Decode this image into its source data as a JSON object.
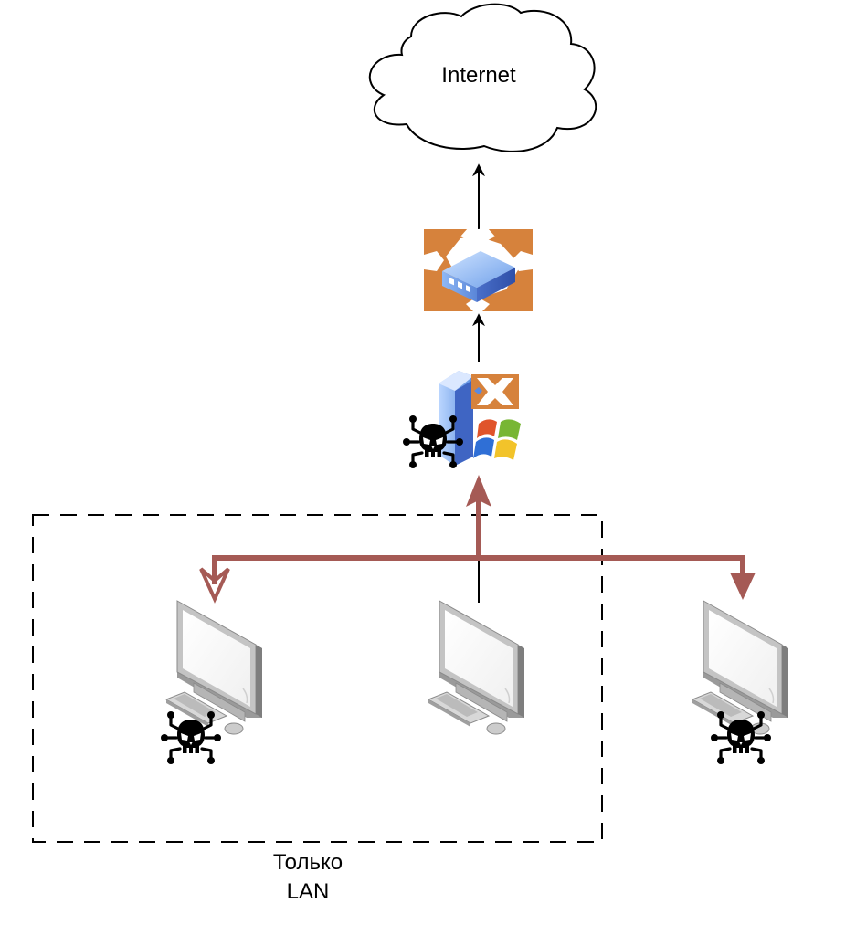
{
  "diagram": {
    "nodes": {
      "internet": {
        "label": "Internet",
        "shape": "cloud"
      },
      "router": {
        "label": "",
        "icon": "router-icon"
      },
      "gateway_server": {
        "label": "",
        "icon": "windows-server-router-icon",
        "compromised": true
      },
      "pc_left": {
        "label": "",
        "icon": "workstation-icon",
        "compromised": true
      },
      "pc_center": {
        "label": "",
        "icon": "workstation-icon",
        "compromised": false
      },
      "pc_right": {
        "label": "",
        "icon": "workstation-icon",
        "compromised": true
      }
    },
    "zone": {
      "label_line1": "Только",
      "label_line2": "LAN",
      "style": "dashed"
    },
    "edges": [
      {
        "from": "router",
        "to": "internet",
        "style": "normal"
      },
      {
        "from": "gateway_server",
        "to": "router",
        "style": "normal"
      },
      {
        "from": "pc_center",
        "to": "gateway_server",
        "style": "attack"
      },
      {
        "from": "bus",
        "to": "pc_left",
        "style": "attack"
      },
      {
        "from": "bus",
        "to": "pc_right",
        "style": "attack"
      }
    ],
    "colors": {
      "attack": "#a55a55",
      "router_bg": "#d6823c",
      "line": "#000000"
    }
  }
}
